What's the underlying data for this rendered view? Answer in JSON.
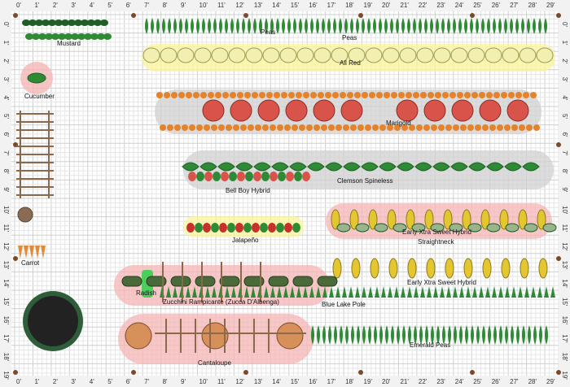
{
  "ruler": {
    "x_labels": [
      "0'",
      "1'",
      "2'",
      "3'",
      "4'",
      "5'",
      "6'",
      "7'",
      "8'",
      "9'",
      "10'",
      "11'",
      "12'",
      "13'",
      "14'",
      "15'",
      "16'",
      "17'",
      "18'",
      "19'",
      "20'",
      "21'",
      "22'",
      "23'",
      "24'",
      "25'",
      "26'",
      "27'",
      "28'",
      "29'"
    ],
    "y_labels": [
      "0'",
      "1'",
      "2'",
      "3'",
      "4'",
      "5'",
      "6'",
      "7'",
      "8'",
      "9'",
      "10'",
      "11'",
      "12'",
      "13'",
      "14'",
      "15'",
      "16'",
      "17'",
      "18'",
      "19'"
    ]
  },
  "plants": {
    "mustard": "Mustard",
    "peas_top_a": "Peas",
    "peas_top_b": "Peas",
    "all_red": "All Red",
    "cucumber": "Cucumber",
    "marigold": "Marigold",
    "clemson": "Clemson Spineless",
    "bell_boy": "Bell Boy Hybrid",
    "jalapeno": "Jalapeño",
    "early_xtra_1": "Early Xtra Sweet Hybrid",
    "straightneck": "Straightneck",
    "carrot": "Carrot",
    "early_xtra_2": "Early Xtra Sweet Hybrid",
    "radish": "Radish",
    "zucchini": "Zucchini Rampicante (Zucca D'Albenga)",
    "blue_lake": "Blue Lake Pole",
    "cantaloupe": "Cantaloupe",
    "emerald_peas": "Emerald Peas"
  },
  "colors": {
    "grid_minor": "#e6e6e6",
    "grid_major": "#cfcfcf",
    "ruler_bg": "#f2f2f2",
    "red_halo": "#f6b6b6",
    "yellow_halo": "#fbf59a",
    "grey_halo": "#d0d0d0",
    "leaf": "#2f8a35",
    "leaf_dark": "#1f5f25",
    "tomato": "#d8544a",
    "marigold": "#e5822a",
    "corn": "#e3c630",
    "melon": "#d8905a",
    "wood": "#8a6a4a",
    "pot": "#2e5d3a"
  },
  "icons": [
    "pea-icon",
    "onion-icon",
    "cucumber-icon",
    "tomato-icon",
    "marigold-icon",
    "okra-icon",
    "pepper-icon",
    "corn-icon",
    "squash-icon",
    "carrot-icon",
    "radish-icon",
    "zucchini-icon",
    "bean-icon",
    "cantaloupe-icon",
    "trellis-icon",
    "stake-icon",
    "pot-icon",
    "stepping-stone-icon"
  ]
}
